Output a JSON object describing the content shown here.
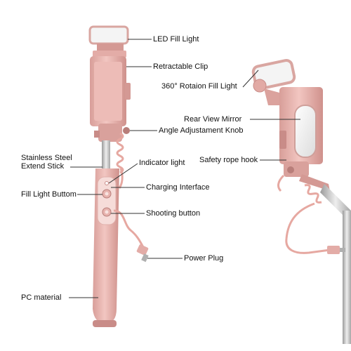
{
  "labels": {
    "led_fill_light": "LED Fill Light",
    "retractable_clip": "Retractable Clip",
    "angle_knob": "Angle Adjustament Knob",
    "stainless_line1": "Stainless Steel",
    "stainless_line2": "Extend Stick",
    "indicator_light": "Indicator light",
    "charging_interface": "Charging Interface",
    "fill_light_button": "Fill Light Buttom",
    "shooting_button": "Shooting button",
    "power_plug": "Power Plug",
    "pc_material": "PC material",
    "rotation_fill_light": "360°   Rotaion Fill Light",
    "rear_view_mirror": "Rear View Mirror",
    "safety_rope_hook": "Safety rope hook"
  },
  "colors": {
    "rose_gold": "#e8b0ac",
    "rose_gold_dark": "#c98c88",
    "rose_gold_light": "#f5d3cf",
    "steel": "#c9c9c9",
    "cable": "#e6a8a1",
    "led": "#f4f4f4",
    "leader_line": "#333333"
  }
}
